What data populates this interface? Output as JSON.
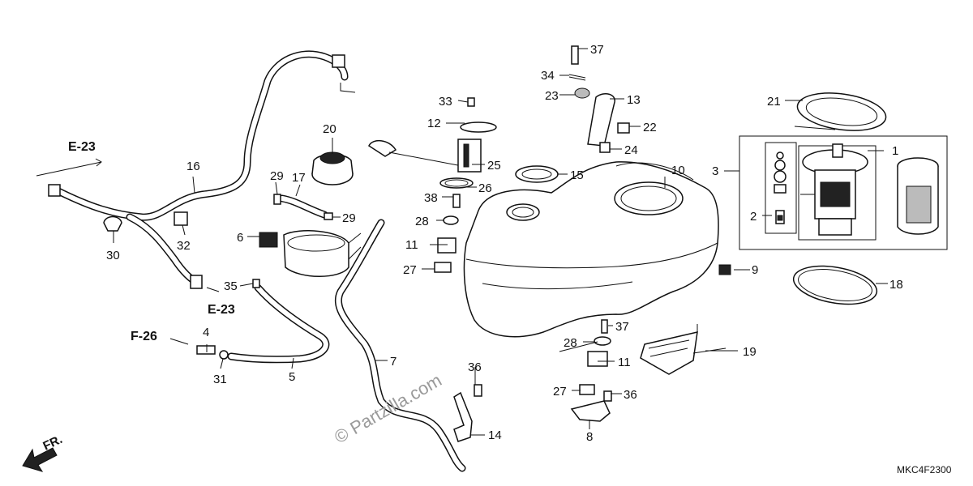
{
  "diagram": {
    "part_labels": [
      "1",
      "2",
      "3",
      "4",
      "5",
      "6",
      "7",
      "8",
      "9",
      "10",
      "11",
      "11",
      "12",
      "13",
      "14",
      "15",
      "16",
      "17",
      "18",
      "19",
      "20",
      "21",
      "22",
      "23",
      "23",
      "24",
      "25",
      "26",
      "27",
      "27",
      "28",
      "28",
      "29",
      "29",
      "30",
      "31",
      "32",
      "33",
      "34",
      "35",
      "36",
      "36",
      "37",
      "37",
      "38"
    ],
    "references": [
      "E-23",
      "E-23",
      "F-26"
    ],
    "front_label": "FR.",
    "watermark": "© Partzilla.com",
    "diagram_code": "MKC4F2300"
  }
}
